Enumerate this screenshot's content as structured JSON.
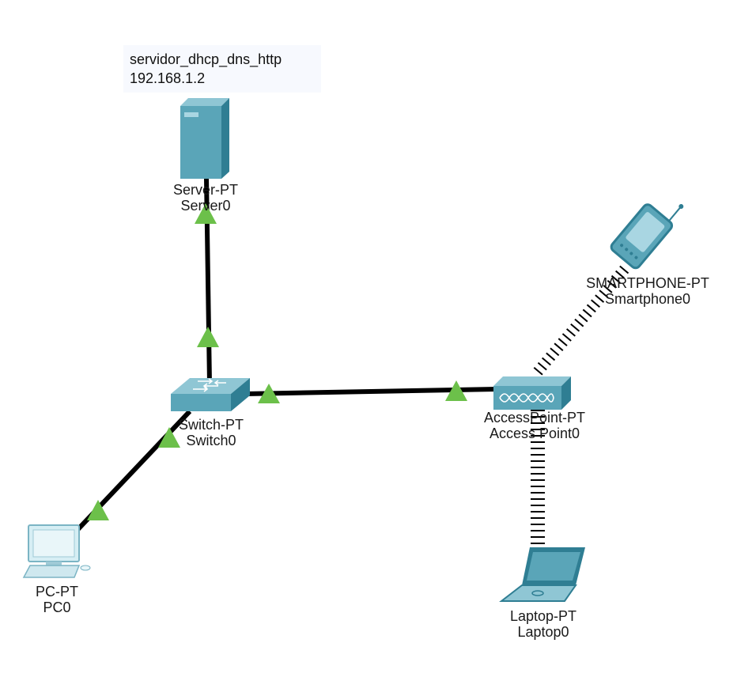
{
  "note": {
    "line1": "servidor_dhcp_dns_http",
    "line2": "192.168.1.2"
  },
  "devices": {
    "server": {
      "model": "Server-PT",
      "name": "Server0",
      "icon": "server-icon"
    },
    "switch": {
      "model": "Switch-PT",
      "name": "Switch0",
      "icon": "switch-icon"
    },
    "pc": {
      "model": "PC-PT",
      "name": "PC0",
      "icon": "pc-icon"
    },
    "accesspoint": {
      "model": "AccessPoint-PT",
      "name": "Access Point0",
      "icon": "access-point-icon"
    },
    "smartphone": {
      "model": "SMARTPHONE-PT",
      "name": "Smartphone0",
      "icon": "smartphone-icon"
    },
    "laptop": {
      "model": "Laptop-PT",
      "name": "Laptop0",
      "icon": "laptop-icon"
    }
  },
  "links": [
    {
      "from": "server",
      "to": "switch",
      "type": "wired"
    },
    {
      "from": "switch",
      "to": "pc",
      "type": "wired"
    },
    {
      "from": "switch",
      "to": "accesspoint",
      "type": "wired"
    },
    {
      "from": "accesspoint",
      "to": "smartphone",
      "type": "wireless"
    },
    {
      "from": "accesspoint",
      "to": "laptop",
      "type": "wireless"
    }
  ],
  "colors": {
    "device": "#5aa5b8",
    "device_dark": "#2f7e93",
    "link_up": "#6cc04a",
    "cable": "#000000"
  }
}
